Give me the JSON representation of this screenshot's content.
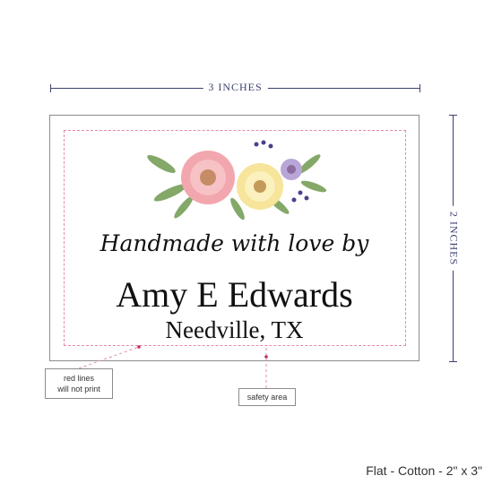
{
  "dimensions": {
    "width_label": "3 INCHES",
    "height_label": "2 INCHES"
  },
  "label": {
    "tagline": "Handmade with love by",
    "name": "Amy E Edwards",
    "location": "Needville, TX",
    "artwork": "watercolor-floral-bouquet"
  },
  "callouts": {
    "red_lines_line1": "red lines",
    "red_lines_line2": "will not print",
    "safety_area": "safety area"
  },
  "product": {
    "caption": "Flat - Cotton - 2\" x 3\""
  },
  "colors": {
    "dimension_lines": "#3d4270",
    "safety_line": "#e58aa6",
    "text": "#111111"
  }
}
